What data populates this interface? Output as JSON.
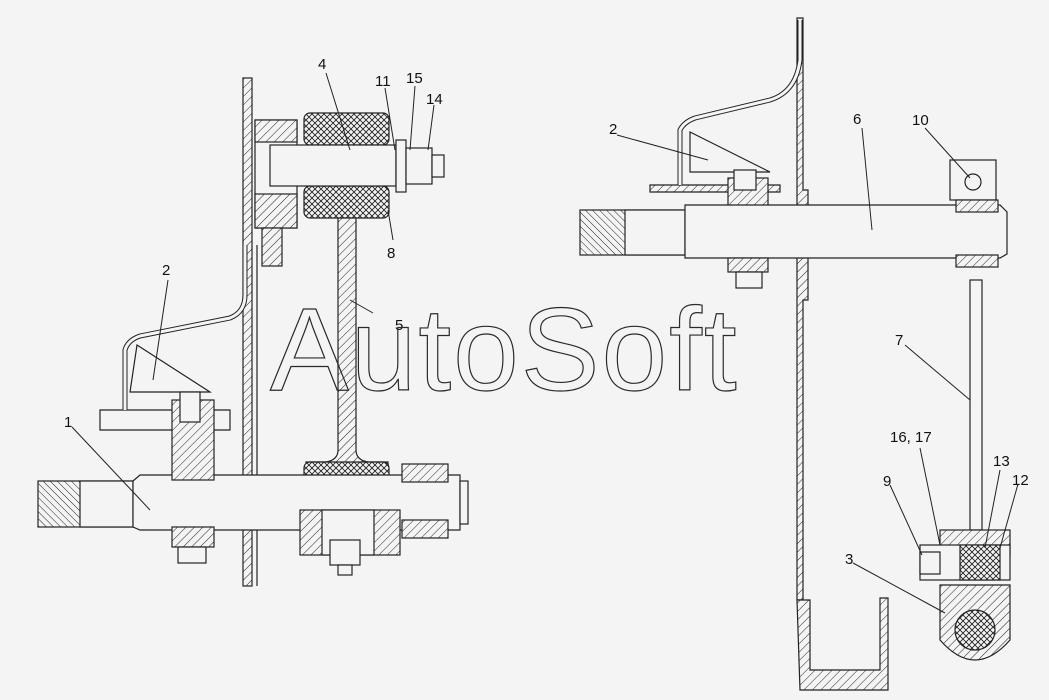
{
  "watermark": "AutoSoft",
  "callouts": {
    "c1": "1",
    "c2_left": "2",
    "c2_right": "2",
    "c3": "3",
    "c4": "4",
    "c5": "5",
    "c6": "6",
    "c7": "7",
    "c8": "8",
    "c9": "9",
    "c10": "10",
    "c11": "11",
    "c12": "12",
    "c13": "13",
    "c14": "14",
    "c15": "15",
    "c16_17": "16, 17"
  }
}
